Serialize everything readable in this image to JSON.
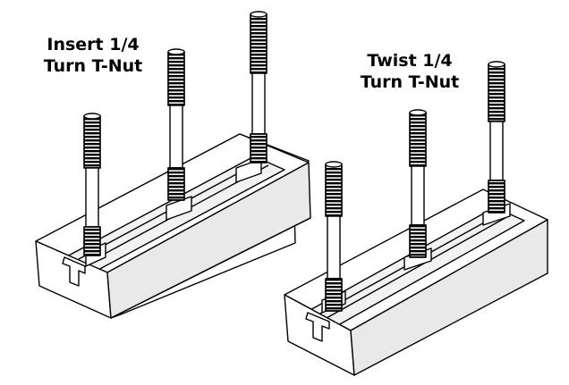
{
  "captions": {
    "left": {
      "line1": "Insert 1/4",
      "line2": "Turn T-Nut"
    },
    "right": {
      "line1": "Twist 1/4",
      "line2": "Turn T-Nut"
    }
  },
  "colors": {
    "ink": "#000000",
    "paper": "#ffffff",
    "shade": "#e6e6e6"
  },
  "icons": [
    "t-slot-block-icon",
    "threaded-stud-icon",
    "t-nut-icon"
  ]
}
